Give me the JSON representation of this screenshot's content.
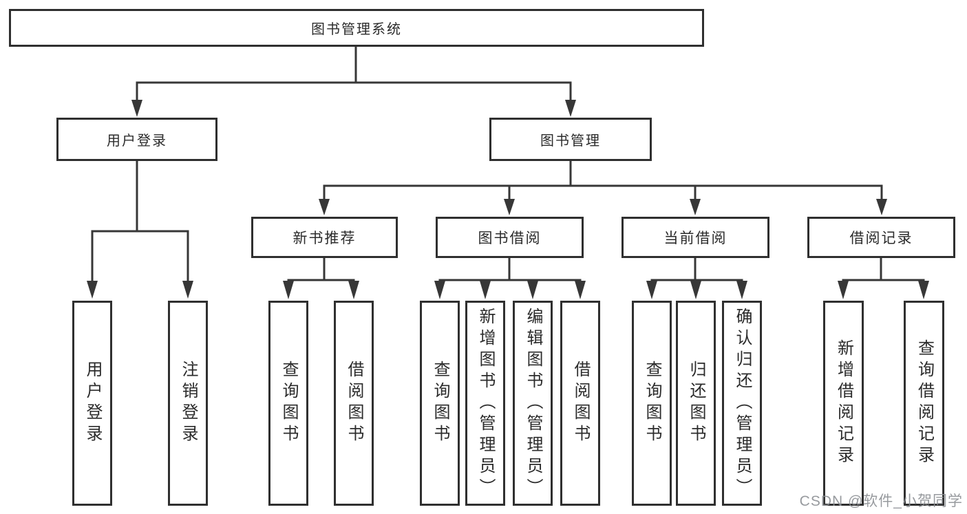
{
  "diagram": {
    "root": {
      "label": "图书管理系统"
    },
    "level2": [
      {
        "label": "用户登录"
      },
      {
        "label": "图书管理"
      }
    ],
    "level3": [
      {
        "label": "新书推荐"
      },
      {
        "label": "图书借阅"
      },
      {
        "label": "当前借阅"
      },
      {
        "label": "借阅记录"
      }
    ],
    "leaves": {
      "login": [
        {
          "label": "用户登录"
        },
        {
          "label": "注销登录"
        }
      ],
      "newbook": [
        {
          "label": "查询图书"
        },
        {
          "label": "借阅图书"
        }
      ],
      "borrow": [
        {
          "label": "查询图书"
        },
        {
          "label": "新增图书（管理员）"
        },
        {
          "label": "编辑图书（管理员）"
        },
        {
          "label": "借阅图书"
        }
      ],
      "current": [
        {
          "label": "查询图书"
        },
        {
          "label": "归还图书"
        },
        {
          "label": "确认归还（管理员）"
        }
      ],
      "records": [
        {
          "label": "新增借阅记录"
        },
        {
          "label": "查询借阅记录"
        }
      ]
    },
    "watermark": "CSDN @软件_小贺同学",
    "colors": {
      "line": "#373737",
      "box_border": "#2f2f2f",
      "box_fill": "#ffffff",
      "text": "#2b2b2b",
      "watermark": "#8c8f94"
    }
  }
}
